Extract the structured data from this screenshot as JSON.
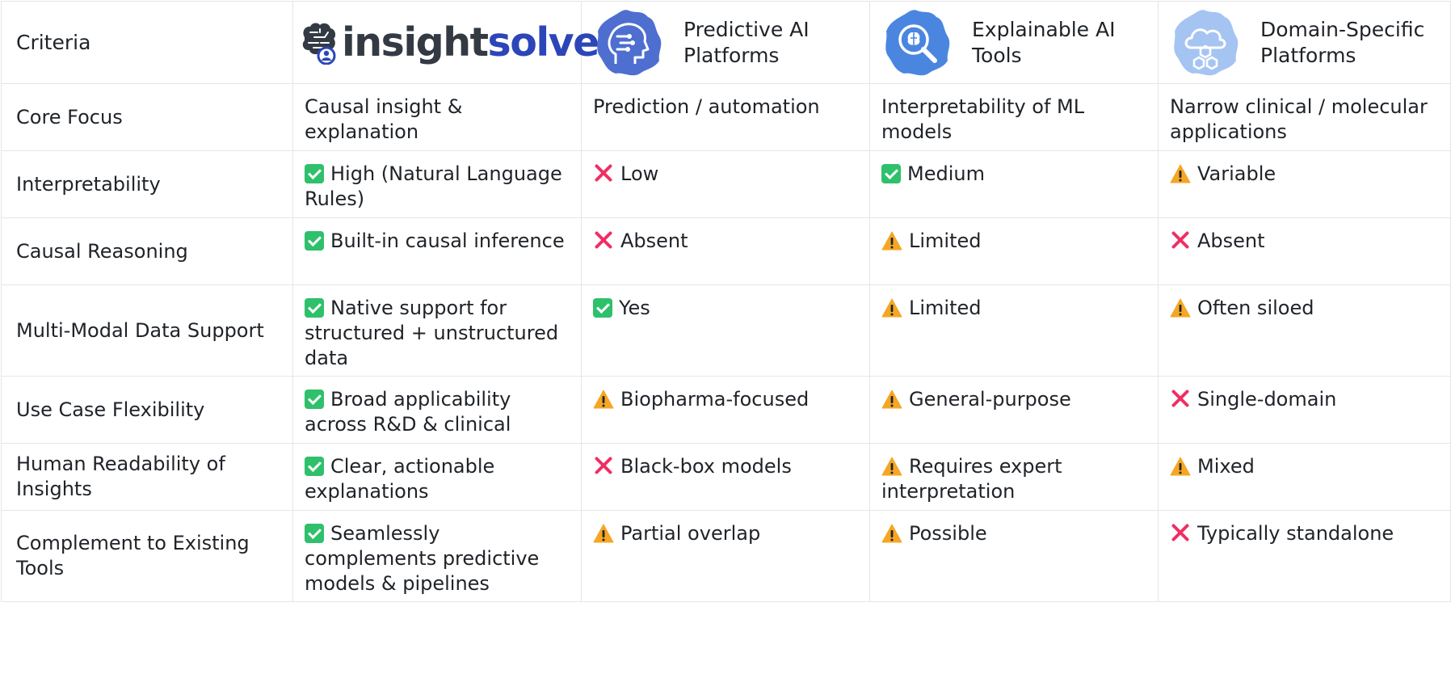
{
  "header": {
    "criteria_label": "Criteria",
    "logo": {
      "part1": "insight",
      "part2": "solver",
      "icon": "brain-person-icon"
    },
    "columns": [
      {
        "title": "Predictive AI Platforms",
        "icon": "ai-head-icon"
      },
      {
        "title": "Explainable AI Tools",
        "icon": "search-brain-icon"
      },
      {
        "title": "Domain-Specific Platforms",
        "icon": "cloud-molecule-icon"
      }
    ]
  },
  "status_legend": {
    "check": "green-check-icon",
    "cross": "red-cross-icon",
    "warning": "warning-icon"
  },
  "colors": {
    "check": "#2fc06b",
    "cross": "#ef2f63",
    "warning": "#f5a623",
    "logo_blue": "#2c46b8",
    "icon_blue": "#4a78d8"
  },
  "rows": [
    {
      "criterion": "Core Focus",
      "cells": [
        {
          "status": "",
          "text": "Causal insight & explanation"
        },
        {
          "status": "",
          "text": "Prediction / automation"
        },
        {
          "status": "",
          "text": "Interpretability of ML models"
        },
        {
          "status": "",
          "text": "Narrow clinical / molecular applications"
        }
      ]
    },
    {
      "criterion": "Interpretability",
      "cells": [
        {
          "status": "check",
          "text": "High (Natural Language Rules)"
        },
        {
          "status": "cross",
          "text": "Low"
        },
        {
          "status": "check",
          "text": "Medium"
        },
        {
          "status": "warning",
          "text": "Variable"
        }
      ]
    },
    {
      "criterion": "Causal Reasoning",
      "cells": [
        {
          "status": "check",
          "text": "Built-in causal inference"
        },
        {
          "status": "cross",
          "text": "Absent"
        },
        {
          "status": "warning",
          "text": "Limited"
        },
        {
          "status": "cross",
          "text": "Absent"
        }
      ]
    },
    {
      "criterion": "Multi-Modal Data Support",
      "cells": [
        {
          "status": "check",
          "text": "Native support for structured + unstructured data"
        },
        {
          "status": "check",
          "text": "Yes"
        },
        {
          "status": "warning",
          "text": "Limited"
        },
        {
          "status": "warning",
          "text": "Often siloed"
        }
      ]
    },
    {
      "criterion": "Use Case Flexibility",
      "cells": [
        {
          "status": "check",
          "text": "Broad applicability across R&D & clinical"
        },
        {
          "status": "warning",
          "text": "Biopharma-focused"
        },
        {
          "status": "warning",
          "text": "General-purpose"
        },
        {
          "status": "cross",
          "text": "Single-domain"
        }
      ]
    },
    {
      "criterion": "Human Readability of Insights",
      "cells": [
        {
          "status": "check",
          "text": "Clear, actionable explanations"
        },
        {
          "status": "cross",
          "text": "Black-box models"
        },
        {
          "status": "warning",
          "text": "Requires expert interpretation"
        },
        {
          "status": "warning",
          "text": "Mixed"
        }
      ]
    },
    {
      "criterion": "Complement to Existing Tools",
      "cells": [
        {
          "status": "check",
          "text": "Seamlessly complements predictive models & pipelines"
        },
        {
          "status": "warning",
          "text": "Partial overlap"
        },
        {
          "status": "warning",
          "text": "Possible"
        },
        {
          "status": "cross",
          "text": "Typically standalone"
        }
      ]
    }
  ]
}
